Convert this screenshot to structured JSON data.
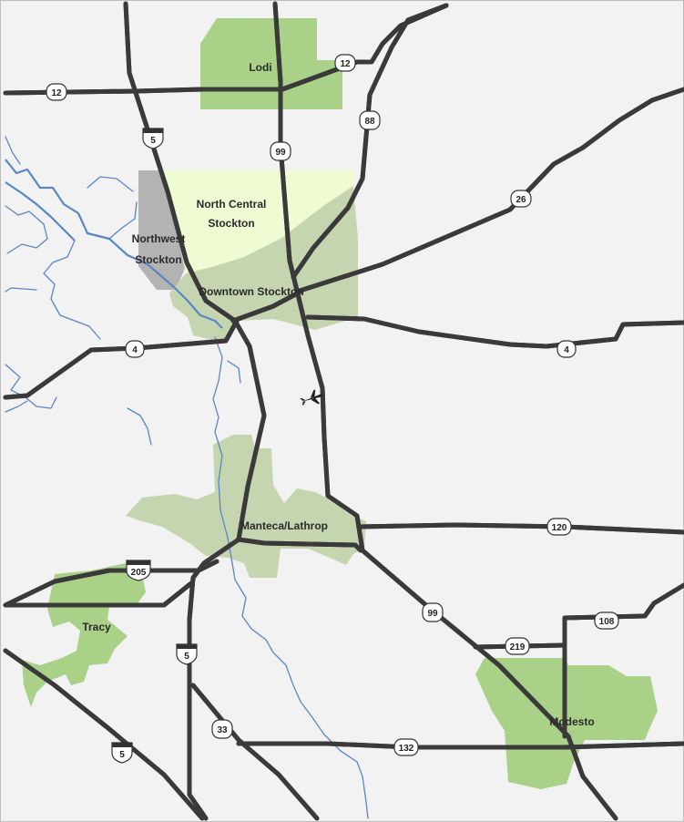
{
  "colors": {
    "background": "#f2f2f2",
    "city_green": "#a9d187",
    "north_central": "#eefbd3",
    "urban_grey_green": "#c5d5b0",
    "northwest_grey": "#b3b3b3",
    "water": "#5b86c4",
    "road": "#3a3a3a"
  },
  "labels": {
    "lodi": "Lodi",
    "north_central_1": "North Central",
    "north_central_2": "Stockton",
    "northwest_1": "Northwest",
    "northwest_2": "Stockton",
    "downtown": "Downtown Stockton",
    "manteca": "Manteca/Lathrop",
    "tracy": "Tracy",
    "modesto": "Modesto"
  },
  "shields": {
    "sr12_west": "12",
    "sr12_east": "12",
    "i5_north": "5",
    "sr99_north": "99",
    "sr88": "88",
    "sr26": "26",
    "sr4_west": "4",
    "sr4_east": "4",
    "sr120": "120",
    "i205": "205",
    "sr99_south": "99",
    "sr108": "108",
    "sr219": "219",
    "i5_mid": "5",
    "sr33": "33",
    "sr132": "132",
    "i5_south": "5"
  },
  "icons": {
    "airport": "airplane-icon"
  }
}
